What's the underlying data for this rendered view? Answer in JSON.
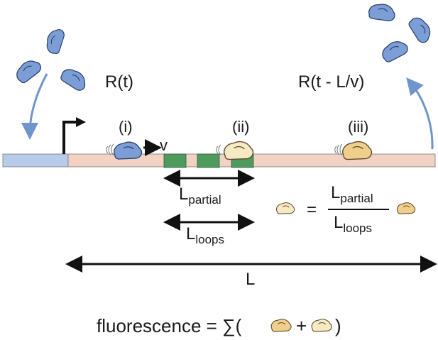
{
  "labels": {
    "rate_in": "R(t)",
    "rate_out": "R(t - L/v)",
    "stage_i": "(i)",
    "stage_ii": "(ii)",
    "stage_iii": "(iii)",
    "velocity": "v",
    "L_main": "L",
    "L_sub_partial": "partial",
    "L_sub_loops": "loops",
    "gene_length": "L",
    "ratio_equals": "=",
    "fluorescence_prefix": "fluorescence = ∑(",
    "fluorescence_plus": "+",
    "fluorescence_suffix": ")"
  },
  "colors": {
    "polymerase_blue": "#7b9ed6",
    "polymerase_light": "#f7e9c3",
    "polymerase_orange": "#f0cf8c",
    "promoter_region": "#b9cbea",
    "gene_body": "#f3d2c6",
    "loop_green": "#4e9a5f",
    "arrow_blue": "#6f95cd"
  }
}
